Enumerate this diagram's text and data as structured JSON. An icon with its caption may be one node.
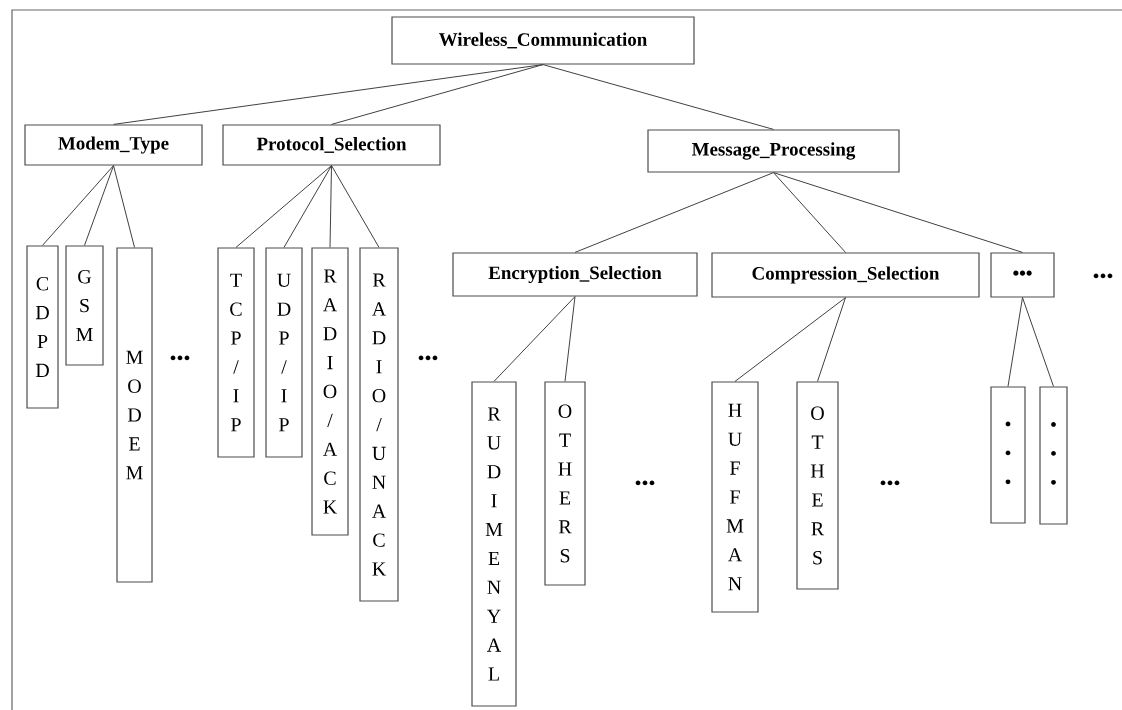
{
  "diagram": {
    "nodes": [
      {
        "text": [
          "Wireless_Communication"
        ]
      },
      {
        "text": [
          "Modem_Type"
        ]
      },
      {
        "text": [
          "Protocol_Selection"
        ]
      },
      {
        "text": [
          "Message_Processing"
        ]
      },
      {
        "text": [
          "CDPD"
        ]
      },
      {
        "text": [
          "GSM"
        ]
      },
      {
        "text": [
          "MODEM"
        ]
      },
      {
        "text": [
          "TCP/IP"
        ]
      },
      {
        "text": [
          "UDP/IP"
        ]
      },
      {
        "text": [
          "RADIO/ACK"
        ]
      },
      {
        "text": [
          "RADIO/UNACK"
        ]
      },
      {
        "text": [
          "Encryption_Selection"
        ]
      },
      {
        "text": [
          "Compression_Selection"
        ]
      },
      {
        "text": [
          "•••"
        ]
      },
      {
        "text": [
          "RUDIMENYAL"
        ]
      },
      {
        "text": [
          "OTHERS"
        ]
      },
      {
        "text": [
          "HUFFMAN"
        ]
      },
      {
        "text": [
          "OTHERS"
        ]
      },
      {
        "text": [
          "•••"
        ]
      },
      {
        "text": [
          "•••"
        ]
      }
    ],
    "edges": [
      {
        "from": 0,
        "to": 1,
        "arrow": "none"
      },
      {
        "from": 0,
        "to": 2,
        "arrow": "none"
      },
      {
        "from": 0,
        "to": 3,
        "arrow": "none"
      },
      {
        "from": 1,
        "to": 4,
        "arrow": "none"
      },
      {
        "from": 1,
        "to": 5,
        "arrow": "none"
      },
      {
        "from": 1,
        "to": 6,
        "arrow": "none"
      },
      {
        "from": 2,
        "to": 7,
        "arrow": "none"
      },
      {
        "from": 2,
        "to": 8,
        "arrow": "none"
      },
      {
        "from": 2,
        "to": 9,
        "arrow": "none"
      },
      {
        "from": 2,
        "to": 10,
        "arrow": "none"
      },
      {
        "from": 3,
        "to": 11,
        "arrow": "none"
      },
      {
        "from": 3,
        "to": 12,
        "arrow": "none"
      },
      {
        "from": 3,
        "to": 13,
        "arrow": "none"
      },
      {
        "from": 11,
        "to": 14,
        "arrow": "none"
      },
      {
        "from": 11,
        "to": 15,
        "arrow": "none"
      },
      {
        "from": 12,
        "to": 16,
        "arrow": "none"
      },
      {
        "from": 12,
        "to": 17,
        "arrow": "none"
      },
      {
        "from": 13,
        "to": 18,
        "arrow": "none"
      },
      {
        "from": 13,
        "to": 19,
        "arrow": "none"
      }
    ],
    "labels": [
      "•••",
      "•••",
      "•••",
      "•••",
      "•••"
    ]
  }
}
